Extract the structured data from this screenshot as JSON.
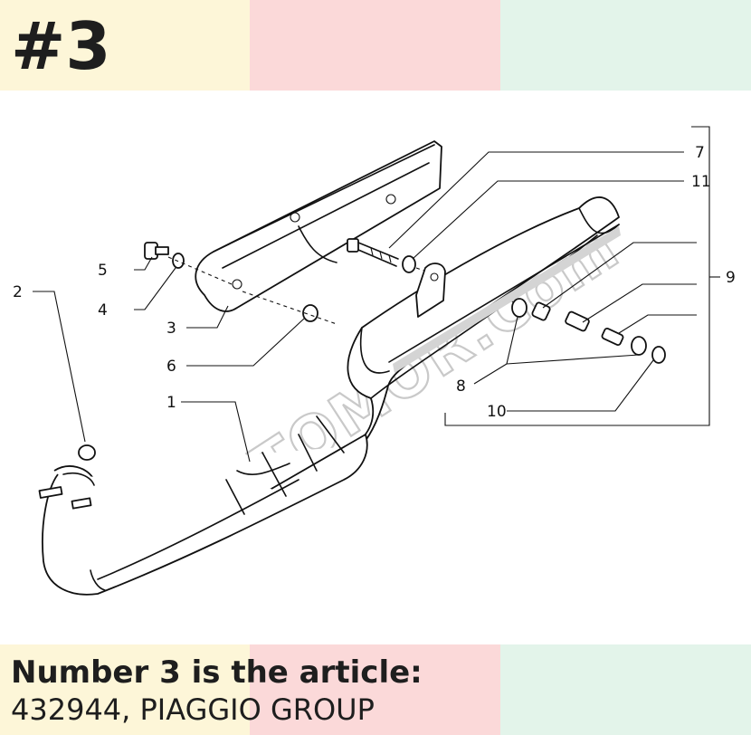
{
  "header": {
    "part_number": "#3"
  },
  "caption": {
    "title": "Number 3 is the article:",
    "article": "432944, PIAGGIO GROUP"
  },
  "diagram": {
    "callouts": [
      "1",
      "2",
      "3",
      "4",
      "5",
      "6",
      "7",
      "8",
      "9",
      "10",
      "11"
    ],
    "watermark": "MOTOMOR.Com"
  },
  "colors": {
    "band_yellow": "#fdf6d8",
    "band_pink": "#fbd9d9",
    "band_green": "#e3f4ea",
    "text": "#1e1e1e"
  }
}
